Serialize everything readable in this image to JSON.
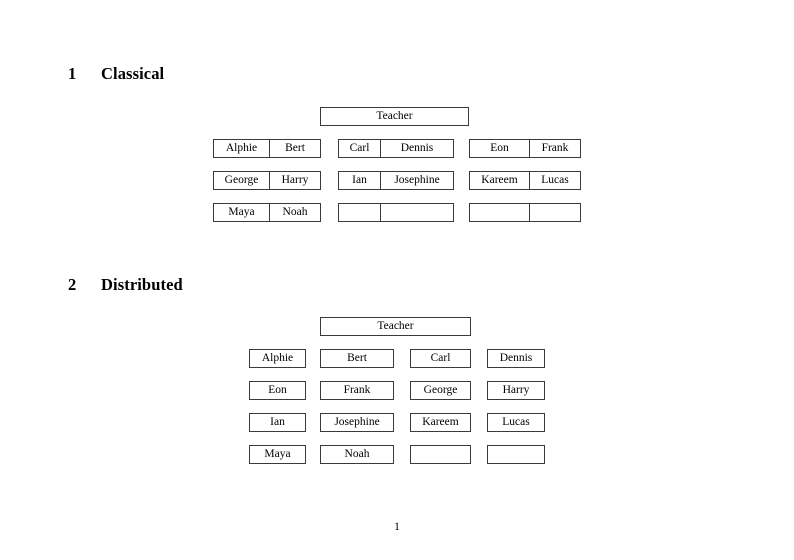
{
  "document": {
    "page_number": "1",
    "background_color": "#ffffff",
    "text_color": "#000000",
    "border_color": "#3a3a3a"
  },
  "sections": [
    {
      "number": "1",
      "title": "Classical",
      "teacher_label": "Teacher",
      "layout": "paired",
      "groups": [
        {
          "name": "group-left",
          "rows": [
            [
              "Alphie",
              "Bert"
            ],
            [
              "George",
              "Harry"
            ],
            [
              "Maya",
              "Noah"
            ]
          ]
        },
        {
          "name": "group-middle",
          "rows": [
            [
              "Carl",
              "Dennis"
            ],
            [
              "Ian",
              "Josephine"
            ],
            [
              "",
              ""
            ]
          ]
        },
        {
          "name": "group-right",
          "rows": [
            [
              "Eon",
              "Frank"
            ],
            [
              "Kareem",
              "Lucas"
            ],
            [
              "",
              ""
            ]
          ]
        }
      ]
    },
    {
      "number": "2",
      "title": "Distributed",
      "teacher_label": "Teacher",
      "layout": "single",
      "rows": [
        [
          "Alphie",
          "Bert",
          "Carl",
          "Dennis"
        ],
        [
          "Eon",
          "Frank",
          "George",
          "Harry"
        ],
        [
          "Ian",
          "Josephine",
          "Kareem",
          "Lucas"
        ],
        [
          "Maya",
          "Noah",
          "",
          ""
        ]
      ]
    }
  ]
}
